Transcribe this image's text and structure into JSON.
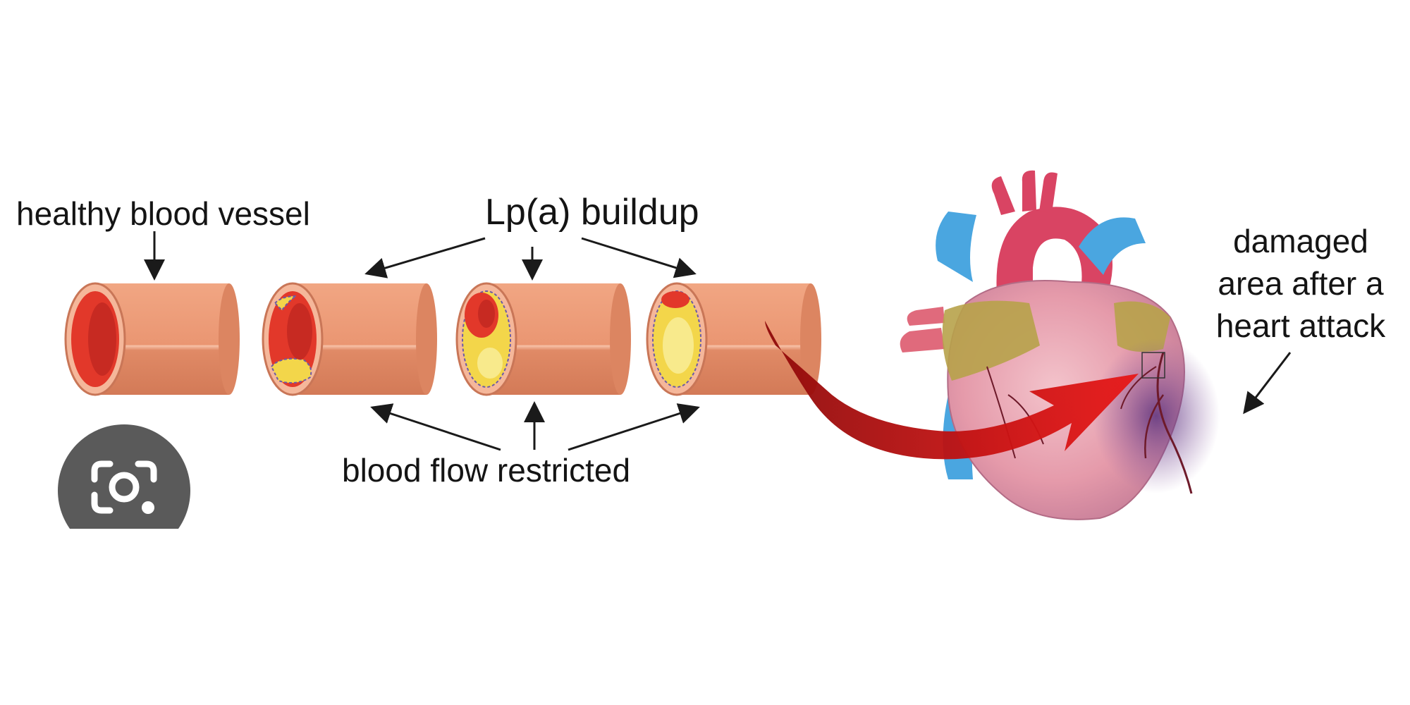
{
  "labels": {
    "healthy": "healthy blood vessel",
    "buildup": "Lp(a) buildup",
    "restricted": "blood flow restricted",
    "damaged_line1": "damaged",
    "damaged_line2": "area after a",
    "damaged_line3": "heart attack"
  },
  "icons": {
    "lens": "camera-lens-icon"
  },
  "colors": {
    "vessel_outer": "#e8916d",
    "vessel_lumen": "#e2382a",
    "plaque": "#f3d64a",
    "arrow_red": "#c40f0f",
    "aorta_red": "#d94463",
    "vein_blue": "#4aa6e0",
    "heart_pink": "#e8a3b0",
    "damaged_purple": "#6d3f86",
    "fat_yellow": "#b7a24a"
  }
}
